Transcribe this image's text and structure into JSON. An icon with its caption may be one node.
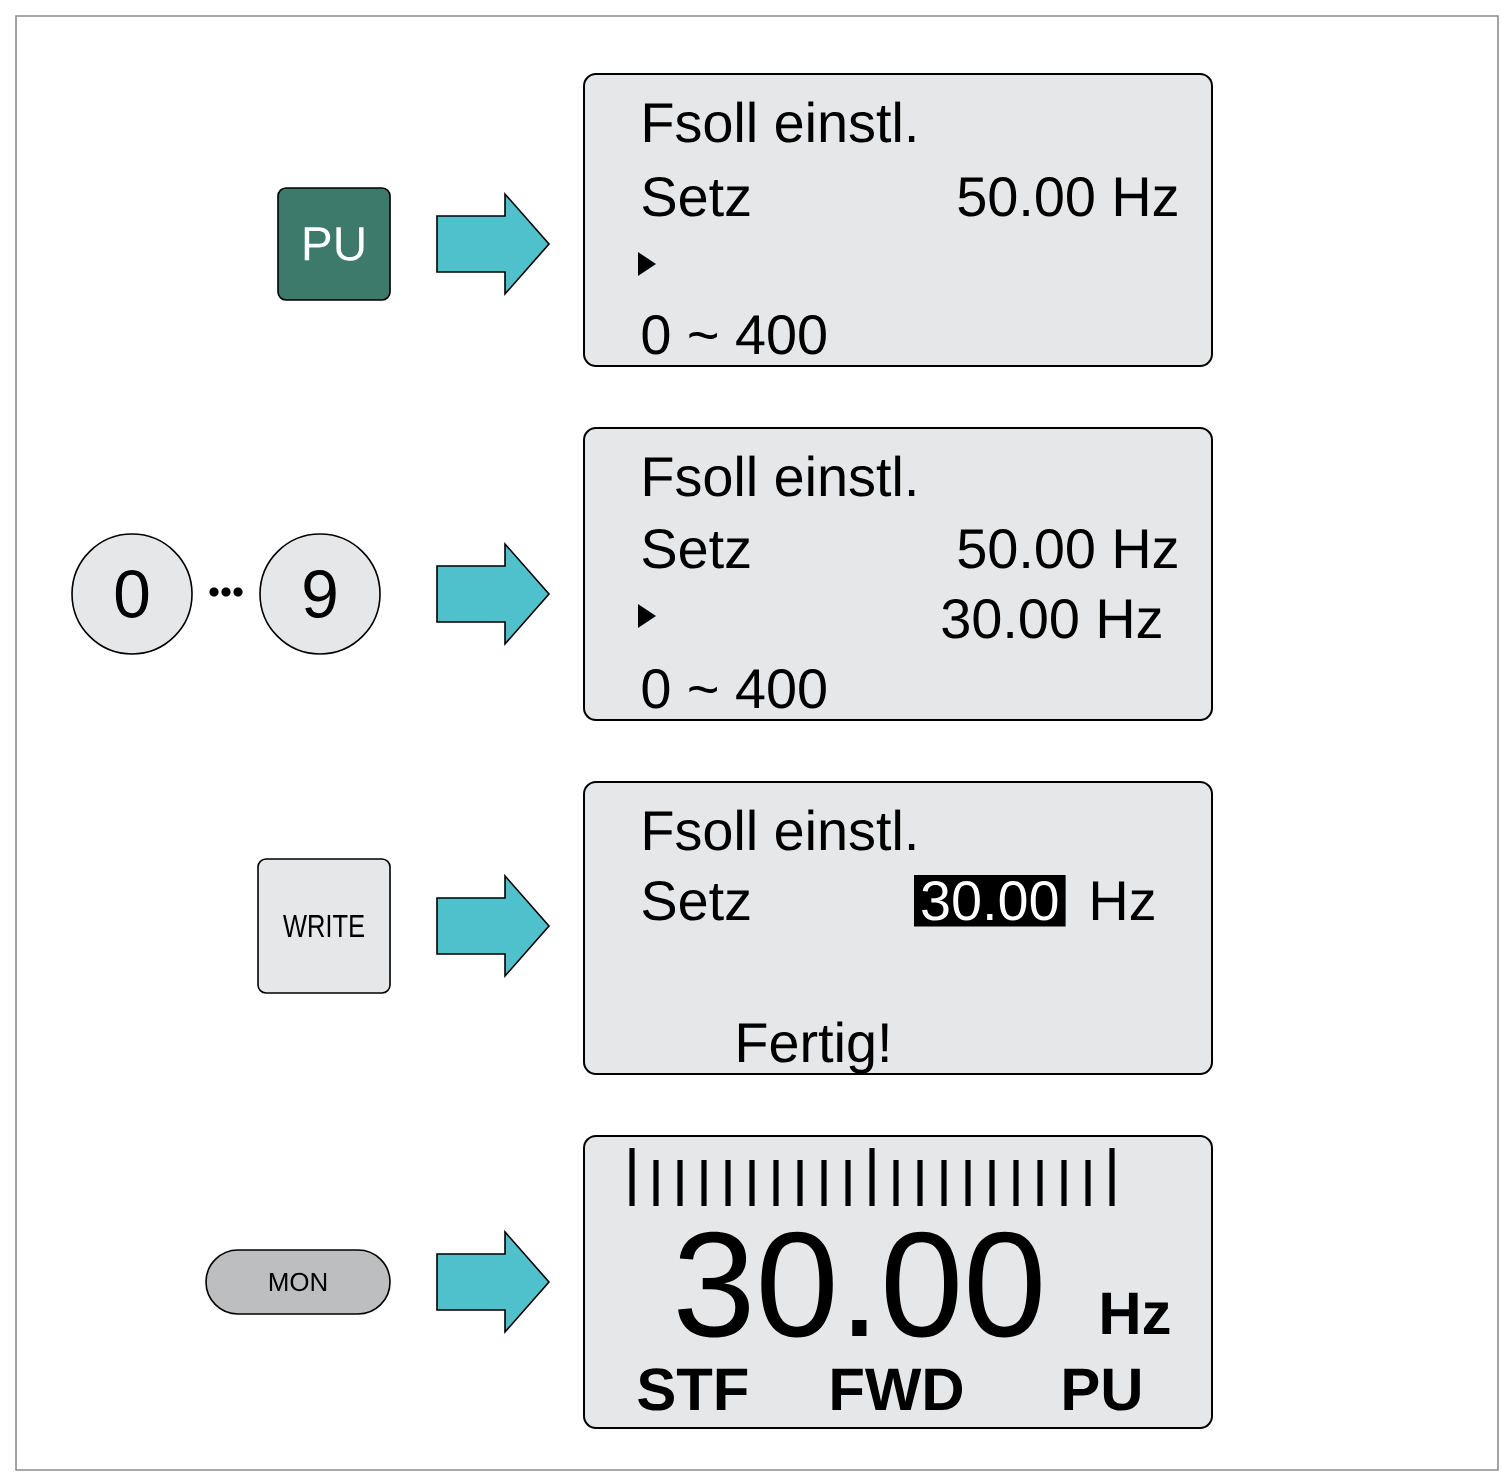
{
  "diagram": {
    "nodes": [
      {
        "text": [
          "PU"
        ]
      },
      {
        "text": [
          "Fsoll einstl.",
          "Setz",
          "50.00 Hz",
          "0 ~ 400"
        ]
      },
      {
        "text": [
          "0"
        ]
      },
      {
        "text": [
          "9"
        ]
      },
      {
        "text": [
          "Fsoll einstl.",
          "Setz",
          "50.00 Hz",
          "30.00 Hz",
          "0 ~ 400"
        ]
      },
      {
        "text": [
          "WRITE"
        ]
      },
      {
        "text": [
          "Fsoll einstl.",
          "Setz",
          "30.00",
          "Hz",
          "Fertig!"
        ]
      },
      {
        "text": [
          "MON"
        ]
      },
      {
        "text": [
          "30.00",
          "Hz",
          "STF",
          "FWD",
          "PU"
        ]
      }
    ],
    "edges": [
      {
        "from": 0,
        "to": 1,
        "arrow": "to"
      },
      {
        "from": 3,
        "to": 4,
        "arrow": "to"
      },
      {
        "from": 5,
        "to": 6,
        "arrow": "to"
      },
      {
        "from": 7,
        "to": 8,
        "arrow": "to"
      }
    ]
  }
}
